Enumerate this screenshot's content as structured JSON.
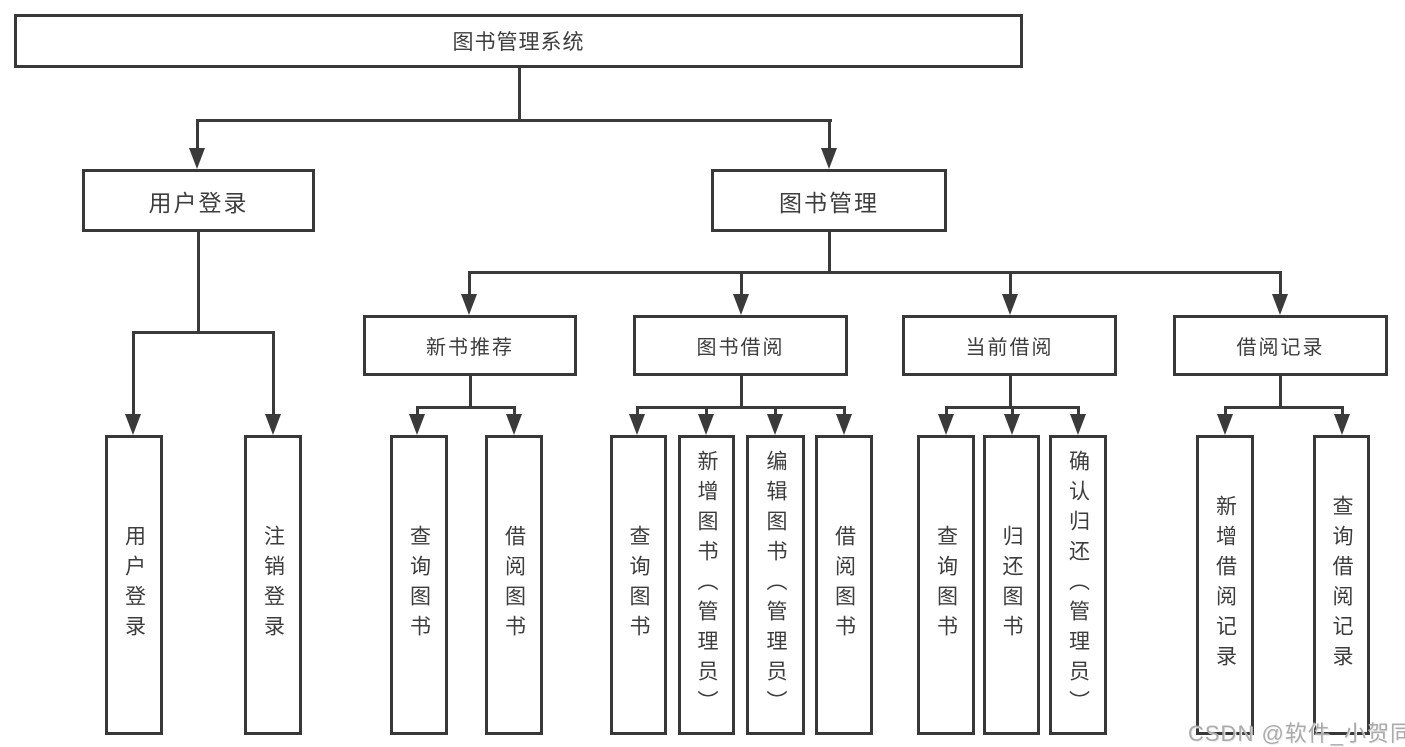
{
  "tree": {
    "label": "图书管理系统",
    "children": [
      {
        "label": "用户登录",
        "children": [
          {
            "label": "用户登录"
          },
          {
            "label": "注销登录"
          }
        ]
      },
      {
        "label": "图书管理",
        "children": [
          {
            "label": "新书推荐",
            "children": [
              {
                "label": "查询图书"
              },
              {
                "label": "借阅图书"
              }
            ]
          },
          {
            "label": "图书借阅",
            "children": [
              {
                "label": "查询图书"
              },
              {
                "label": "新增图书（管理员）"
              },
              {
                "label": "编辑图书（管理员）"
              },
              {
                "label": "借阅图书"
              }
            ]
          },
          {
            "label": "当前借阅",
            "children": [
              {
                "label": "查询图书"
              },
              {
                "label": "归还图书"
              },
              {
                "label": "确认归还（管理员）"
              }
            ]
          },
          {
            "label": "借阅记录",
            "children": [
              {
                "label": "新增借阅记录"
              },
              {
                "label": "查询借阅记录"
              }
            ]
          }
        ]
      }
    ]
  },
  "watermark": {
    "text": "CSDN @软件_小贺同学"
  },
  "colors": {
    "line": "#3a3a3a",
    "box_border": "#383838",
    "box_fill": "#ffffff",
    "text": "#3d3d3d",
    "background": "#ffffff",
    "watermark": "#ababab"
  }
}
